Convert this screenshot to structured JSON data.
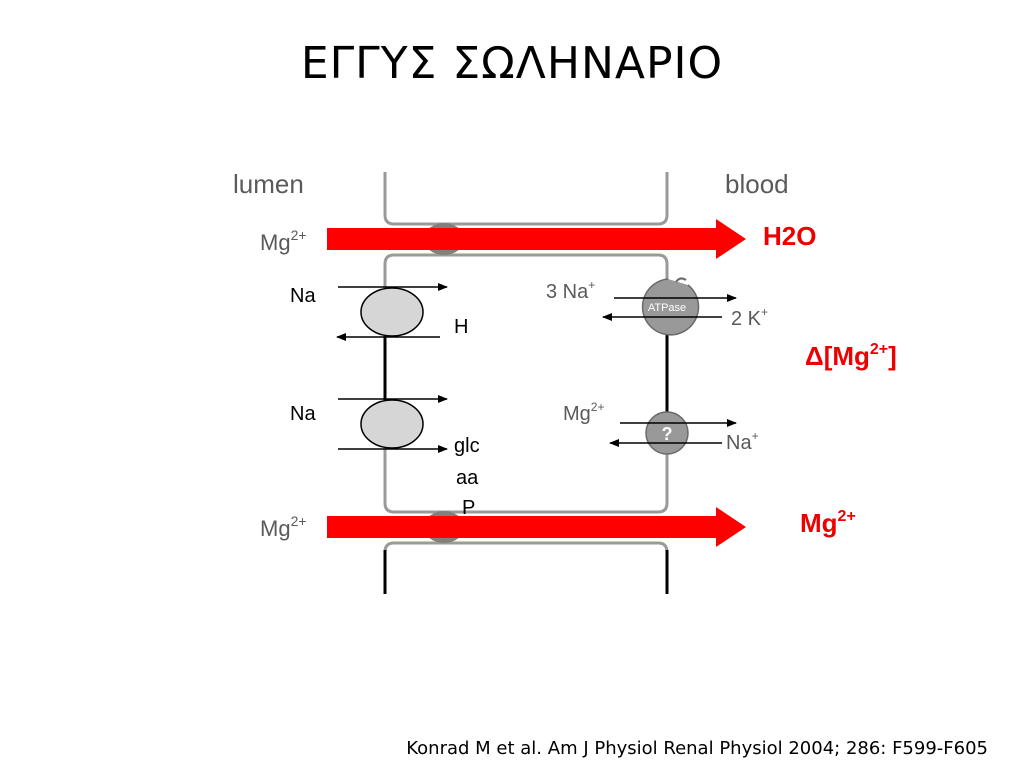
{
  "slide": {
    "title": "ΕΓΓΥΣ ΣΩΛΗΝΑΡΙΟ",
    "citation": "Konrad M et al. Am J Physiol Renal Physiol 2004; 286: F599-F605"
  },
  "diagram": {
    "lumen_label": "lumen",
    "blood_label": "blood",
    "paracellular_top": {
      "ion": "Mg",
      "charge": "2+",
      "result": "H2O"
    },
    "paracellular_bottom": {
      "ion": "Mg",
      "charge": "2+",
      "result_ion": "Mg",
      "result_charge": "2+"
    },
    "gradient_label": {
      "prefix": "Δ[Mg",
      "charge": "2+",
      "suffix": "]"
    },
    "apical_cotransporters": [
      {
        "in": "Na",
        "out": "H"
      },
      {
        "in": "Na",
        "out_lines": [
          "glc",
          "aa",
          "P"
        ]
      }
    ],
    "basolateral_pump": {
      "name": "ATPase",
      "left": "3 Na",
      "left_charge": "+",
      "right": "2 K",
      "right_charge": "+"
    },
    "basolateral_exchanger": {
      "symbol": "?",
      "left": "Mg",
      "left_charge": "2+",
      "right": "Na",
      "right_charge": "+"
    },
    "colors": {
      "arrow_red": "#ff0000",
      "label_red": "#ee0000",
      "membrane_gray": "#9a9a9a",
      "transporter_fill": "#d6d6d6"
    }
  }
}
